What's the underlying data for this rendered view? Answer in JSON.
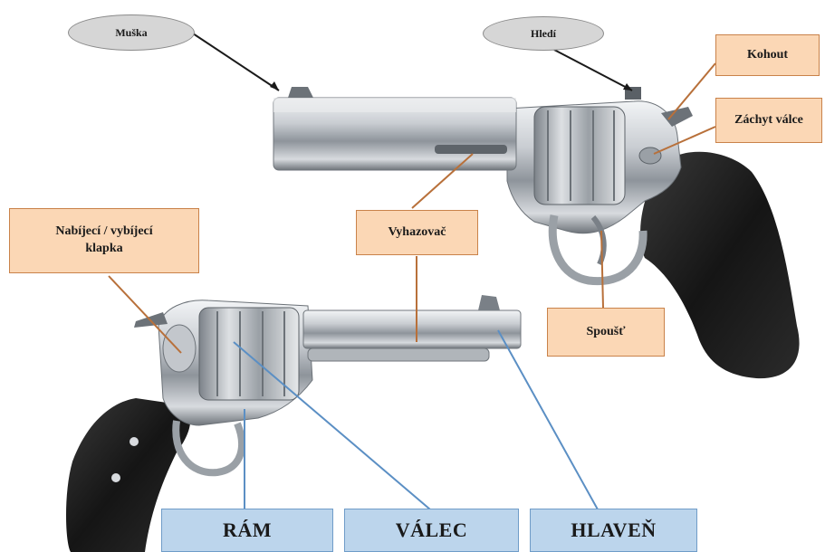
{
  "labels": {
    "muska": "Muška",
    "hledi": "Hledí",
    "kohout": "Kohout",
    "zachyt_valce": "Záchyt válce",
    "nabijeci_klapka": "Nabíjecí / vybíjecí klapka",
    "vyhazovac": "Vyhazovač",
    "spoust": "Spoušť",
    "ram": "RÁM",
    "valec": "VÁLEC",
    "hlaven": "HLAVEŇ"
  },
  "colors": {
    "oval_fill": "#d6d6d6",
    "orange_fill": "#fbd7b5",
    "orange_line": "#b8703a",
    "blue_fill": "#bcd5ec",
    "blue_line": "#5b8fc4",
    "steel": "#c8ccd0",
    "grip": "#1c1c1c"
  }
}
